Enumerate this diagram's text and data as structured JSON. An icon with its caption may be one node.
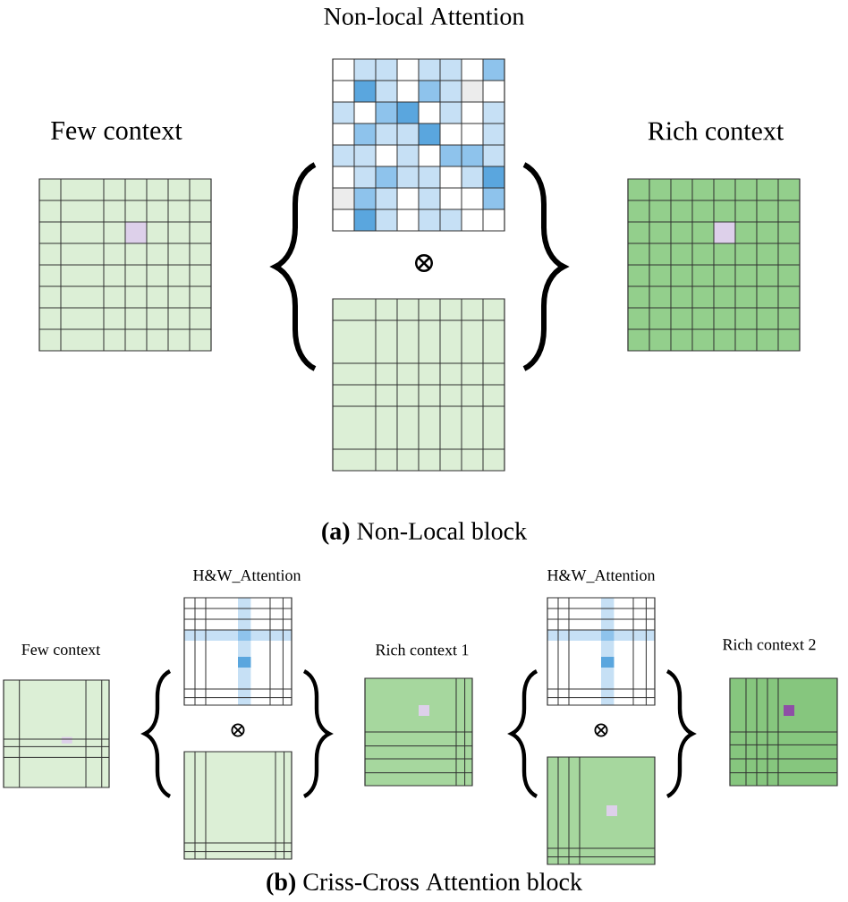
{
  "diagram": {
    "nodes": [
      {
        "text": [
          "Few context"
        ]
      },
      {
        "text": [
          "Non-local Attention"
        ]
      },
      {
        "text": [],
        "shape": "box"
      },
      {
        "text": [
          "Rich context"
        ]
      },
      {
        "text": [
          "Few context"
        ]
      },
      {
        "text": [
          "H&W_Attention"
        ]
      },
      {
        "text": [],
        "shape": "box"
      },
      {
        "text": [
          "Rich context 1"
        ]
      },
      {
        "text": [
          "H&W_Attention"
        ]
      },
      {
        "text": [],
        "shape": "box"
      },
      {
        "text": [
          "Rich context 2"
        ]
      }
    ],
    "edges": [],
    "labels": [
      "⊗",
      "**(a)** Non-Local block",
      "⊗",
      "⊗",
      "**(b)** Criss-Cross Attention block"
    ]
  }
}
